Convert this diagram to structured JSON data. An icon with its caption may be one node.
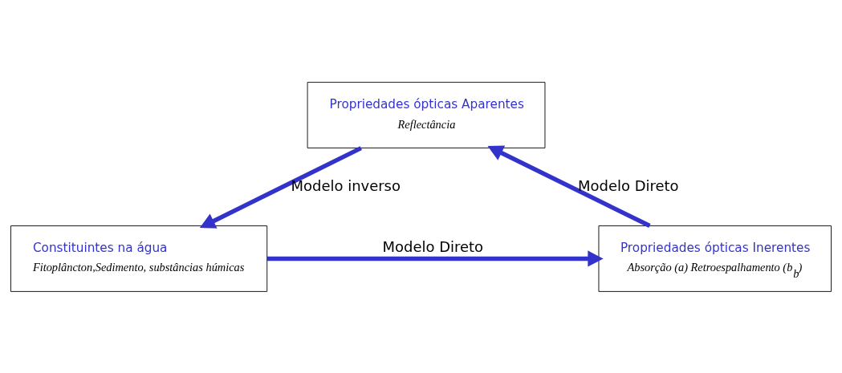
{
  "diagram": {
    "nodes": [
      {
        "text": [
          "Propriedades ópticas Aparentes",
          "Reflectância"
        ]
      },
      {
        "text": [
          "Constituintes na água",
          "Fitoplâncton,Sedimento, substâncias húmicas"
        ]
      },
      {
        "text": [
          "Propriedades ópticas Inerentes",
          "Absorção (a) Retroespalhamento (b$_{b}$)"
        ]
      }
    ],
    "edges": [
      {
        "from": 2,
        "to": 0,
        "arrow": "to",
        "label": "Modelo Direto"
      },
      {
        "from": 0,
        "to": 1,
        "arrow": "to",
        "label": "Modelo inverso"
      },
      {
        "from": 1,
        "to": 2,
        "arrow": "to",
        "label": "Modelo Direto"
      }
    ]
  }
}
